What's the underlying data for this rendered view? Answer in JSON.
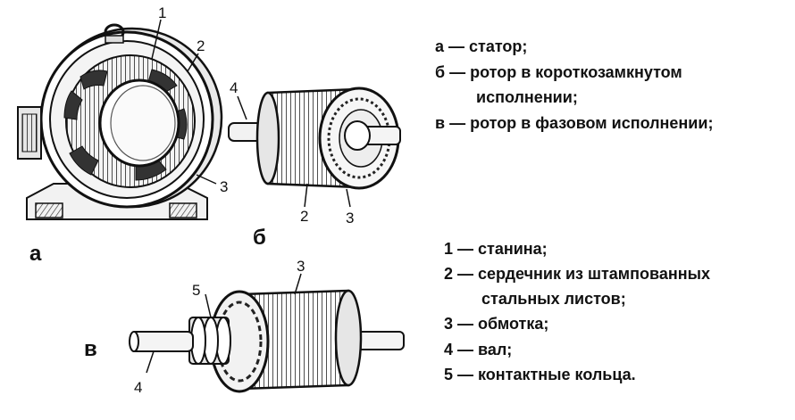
{
  "figure": {
    "parts": [
      {
        "id": "a",
        "letter": "а"
      },
      {
        "id": "b",
        "letter": "б"
      },
      {
        "id": "v",
        "letter": "в"
      }
    ],
    "callouts_a": [
      "1",
      "2",
      "3"
    ],
    "callouts_b": [
      "4",
      "2",
      "3"
    ],
    "callouts_v": [
      "3",
      "5",
      "4"
    ]
  },
  "legend_parts": {
    "line1": "а — статор;",
    "line2": "б — ротор в короткозамкнутом",
    "line3": "исполнении;",
    "line4": "в — ротор в фазовом исполнении;"
  },
  "legend_components": {
    "line1": "1 — станина;",
    "line2": "2 — сердечник из штампованных",
    "line3": "стальных листов;",
    "line4": "3 — обмотка;",
    "line5": "4 — вал;",
    "line6": "5 — контактные кольца."
  }
}
